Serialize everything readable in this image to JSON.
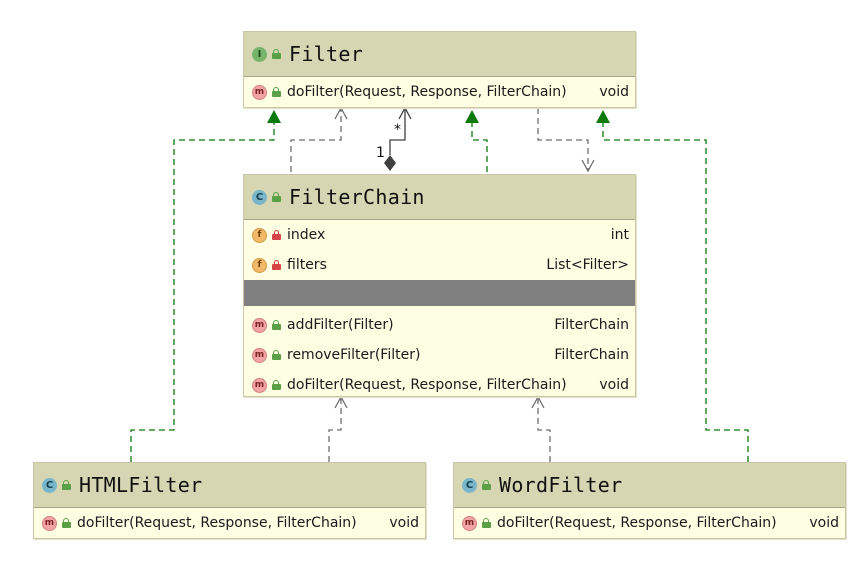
{
  "classes": {
    "filter": {
      "title": "Filter",
      "kind": "interface",
      "methods": [
        {
          "name": "doFilter(Request, Response, FilterChain)",
          "type": "void"
        }
      ]
    },
    "filterchain": {
      "title": "FilterChain",
      "kind": "class",
      "fields": [
        {
          "name": "index",
          "type": "int"
        },
        {
          "name": "filters",
          "type": "List<Filter>"
        }
      ],
      "methods": [
        {
          "name": "addFilter(Filter)",
          "type": "FilterChain"
        },
        {
          "name": "removeFilter(Filter)",
          "type": "FilterChain"
        },
        {
          "name": "doFilter(Request, Response, FilterChain)",
          "type": "void"
        }
      ]
    },
    "htmlfilter": {
      "title": "HTMLFilter",
      "kind": "class",
      "methods": [
        {
          "name": "doFilter(Request, Response, FilterChain)",
          "type": "void"
        }
      ]
    },
    "wordfilter": {
      "title": "WordFilter",
      "kind": "class",
      "methods": [
        {
          "name": "doFilter(Request, Response, FilterChain)",
          "type": "void"
        }
      ]
    }
  },
  "badges": {
    "interface": "I",
    "class": "C",
    "method": "m",
    "field": "f"
  },
  "multiplicity": {
    "many": "*",
    "one": "1"
  },
  "colors": {
    "header": "#d6d6b3",
    "body": "#fefee3",
    "realization": "#0b7a0b",
    "dependency": "#6e6e6e",
    "aggregation": "#404040"
  }
}
